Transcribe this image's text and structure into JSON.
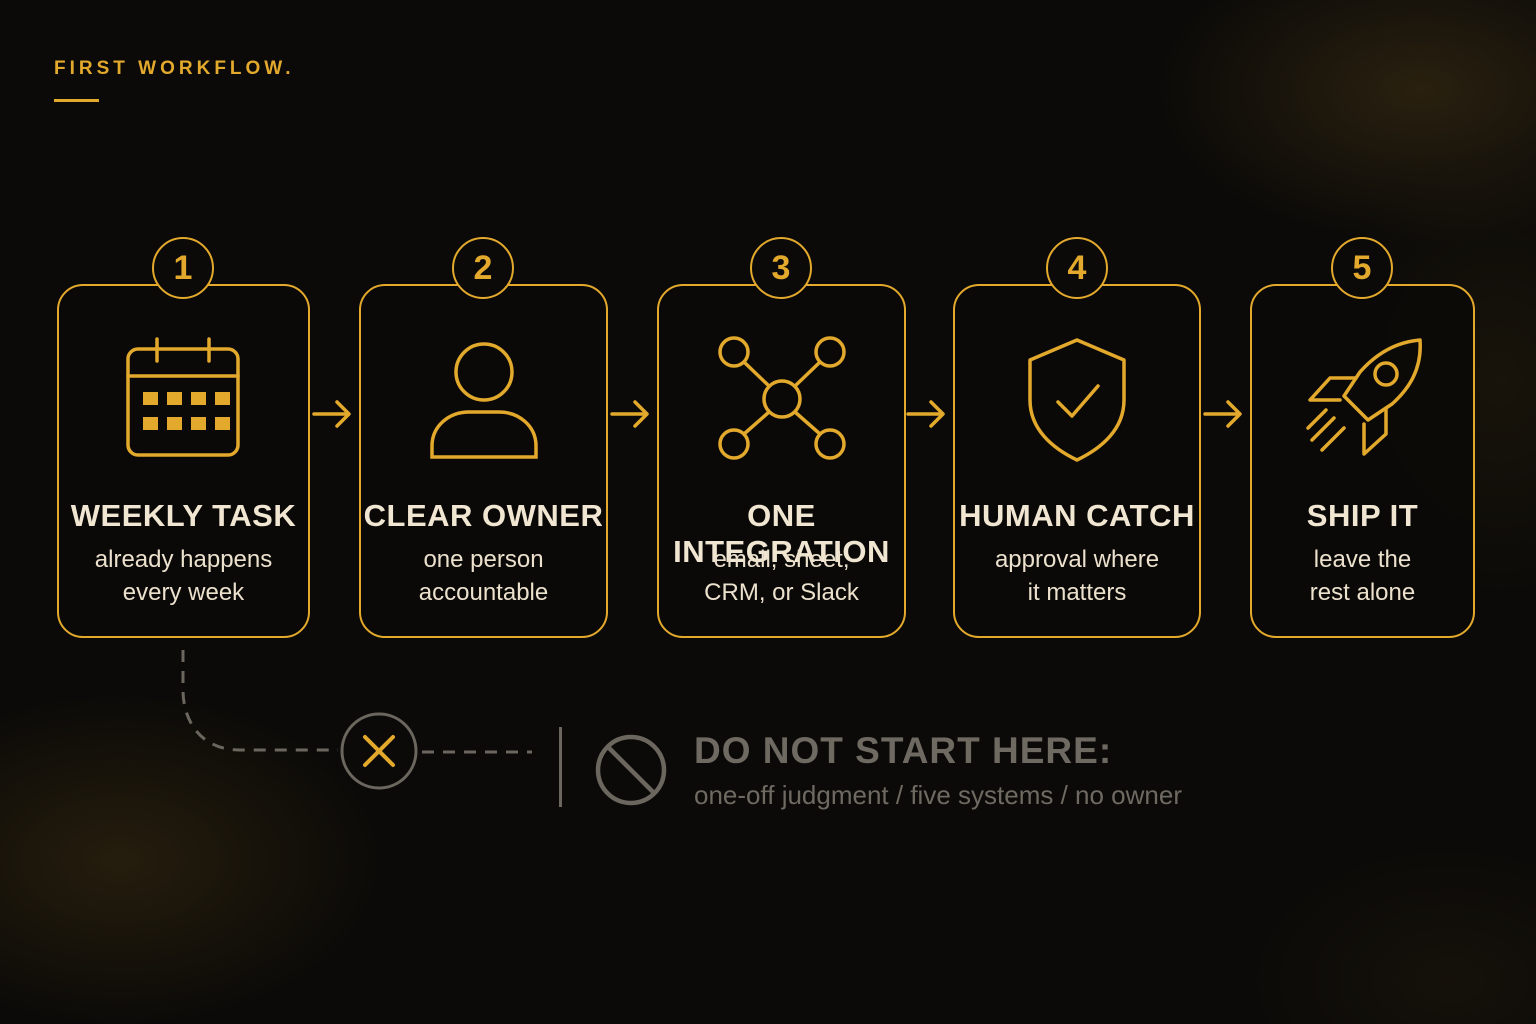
{
  "header": {
    "title": "FIRST WORKFLOW."
  },
  "steps": [
    {
      "number": "1",
      "title": "WEEKLY TASK",
      "line1": "already happens",
      "line2": "every week",
      "icon": "calendar-icon"
    },
    {
      "number": "2",
      "title": "CLEAR OWNER",
      "line1": "one person",
      "line2": "accountable",
      "icon": "person-icon"
    },
    {
      "number": "3",
      "title": "ONE INTEGRATION",
      "line1": "email, sheet,",
      "line2": "CRM, or Slack",
      "icon": "network-icon"
    },
    {
      "number": "4",
      "title": "HUMAN CATCH",
      "line1": "approval where",
      "line2": "it matters",
      "icon": "shield-check-icon"
    },
    {
      "number": "5",
      "title": "SHIP IT",
      "line1": "leave the",
      "line2": "rest alone",
      "icon": "rocket-icon"
    }
  ],
  "warning": {
    "title": "DO NOT START HERE:",
    "subtitle": "one-off judgment / five systems / no owner",
    "icons": [
      "x-circle-icon",
      "prohibited-icon"
    ]
  },
  "colors": {
    "accent": "#e3a92c",
    "text": "#ece1cd",
    "muted": "#6e6a62",
    "background": "#0b0a08"
  }
}
